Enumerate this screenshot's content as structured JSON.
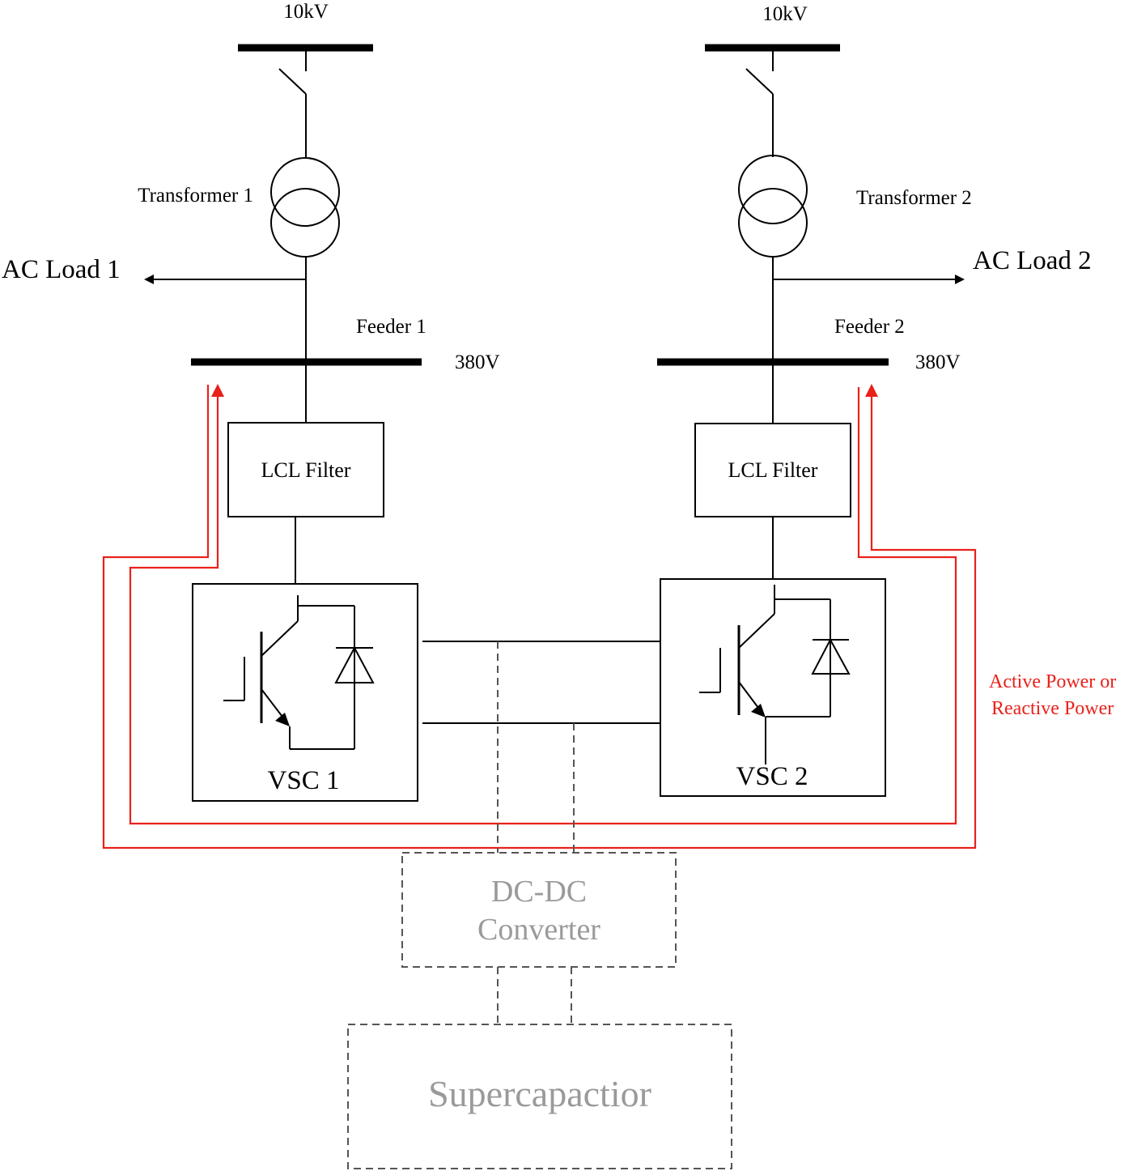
{
  "voltage_hv_left": "10kV",
  "voltage_hv_right": "10kV",
  "transformer_left": "Transformer 1",
  "transformer_right": "Transformer 2",
  "ac_load_left": "AC Load 1",
  "ac_load_right": "AC Load 2",
  "feeder_left": "Feeder 1",
  "feeder_right": "Feeder 2",
  "voltage_lv_left": "380V",
  "voltage_lv_right": "380V",
  "filter_left": "LCL Filter",
  "filter_right": "LCL Filter",
  "vsc_left": "VSC 1",
  "vsc_right": "VSC 2",
  "power_note": [
    "Active Power or",
    "Reactive Power"
  ],
  "dcdc": [
    "DC-DC",
    "Converter"
  ],
  "storage": "Supercapactior",
  "colors": {
    "power_flow": "#e8211b",
    "dashed_part": "#9a9a9a",
    "line": "#000000"
  }
}
